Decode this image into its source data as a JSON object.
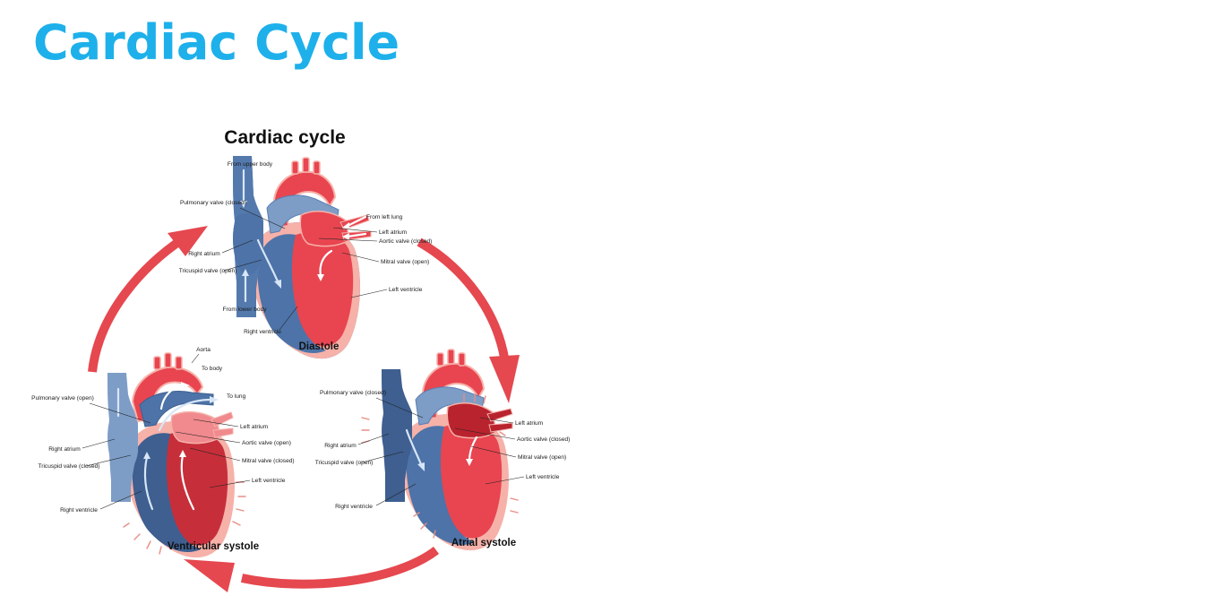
{
  "page_title": "Cardiac Cycle",
  "colors": {
    "title": "#1eb0ea",
    "cycle_arrow": "#e5484f",
    "deoxygenated_blue": "#4d73a8",
    "deoxygenated_blue_light": "#7d9dc7",
    "oxygenated_red": "#e84550",
    "oxygenated_red_dark": "#c62f3a",
    "heart_outline_pink": "#f6b1a9",
    "contraction_marks": "#e88e85"
  },
  "diagram": {
    "title": "Cardiac cycle",
    "phases": {
      "diastole": {
        "name": "Diastole",
        "labels": {
          "from_upper_body": "From upper body",
          "pulmonary_valve": "Pulmonary valve (closed)",
          "right_atrium": "Right atrium",
          "tricuspid_valve": "Tricuspid valve (open)",
          "from_lower_body": "From lower body",
          "right_ventricle": "Right ventricle",
          "from_left_lung": "From left lung",
          "left_atrium": "Left atrium",
          "aortic_valve": "Aortic valve (closed)",
          "mitral_valve": "Mitral valve (open)",
          "left_ventricle": "Left ventricle"
        }
      },
      "ventricular_systole": {
        "name": "Ventricular systole",
        "labels": {
          "aorta": "Aorta",
          "to_body": "To body",
          "to_lung": "To lung",
          "pulmonary_valve": "Pulmonary valve (open)",
          "right_atrium": "Right atrium",
          "tricuspid_valve": "Tricuspid valve (closed)",
          "right_ventricle": "Right ventricle",
          "left_atrium": "Left atrium",
          "aortic_valve": "Aortic valve (open)",
          "mitral_valve": "Mitral valve (closed)",
          "left_ventricle": "Left ventricle"
        }
      },
      "atrial_systole": {
        "name": "Atrial systole",
        "labels": {
          "pulmonary_valve": "Pulmonary valve (closed)",
          "right_atrium": "Right atrium",
          "tricuspid_valve": "Tricuspid valve (open)",
          "right_ventricle": "Right ventricle",
          "left_atrium": "Left atrium",
          "aortic_valve": "Aortic valve (closed)",
          "mitral_valve": "Mitral valve (open)",
          "left_ventricle": "Left ventricle"
        }
      }
    }
  }
}
